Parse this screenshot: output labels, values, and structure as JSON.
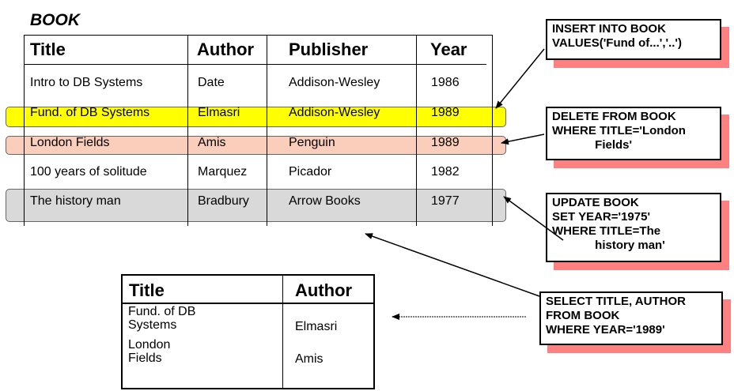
{
  "book_table": {
    "title": "BOOK",
    "headers": [
      "Title",
      "Author",
      "Publisher",
      "Year"
    ],
    "rows": [
      [
        "Intro to DB Systems",
        "Date",
        "Addison-Wesley",
        "1986"
      ],
      [
        "Fund. of DB Systems",
        "Elmasri",
        "Addison-Wesley",
        "1989"
      ],
      [
        "London Fields",
        "Amis",
        "Penguin",
        "1989"
      ],
      [
        "100 years of solitude",
        "Marquez",
        "Picador",
        "1982"
      ],
      [
        "The history man",
        "Bradbury",
        "Arrow Books",
        "1977"
      ]
    ]
  },
  "highlight_colors": {
    "insert": "#ffff00",
    "delete": "#fbcdbb",
    "update": "#d9d9d9",
    "callout_shadow": "#ff8080"
  },
  "callouts": {
    "insert": "INSERT INTO BOOK\nVALUES('Fund of...','..')",
    "delete": "DELETE FROM BOOK\nWHERE TITLE='London\n             Fields'",
    "update": "UPDATE BOOK\nSET YEAR='1975'\nWHERE TITLE=The\n             history man'",
    "select": "SELECT TITLE, AUTHOR\nFROM BOOK\nWHERE YEAR='1989'"
  },
  "result_table": {
    "headers": [
      "Title",
      "Author"
    ],
    "rows": [
      [
        "Fund. of DB\nSystems",
        "Elmasri"
      ],
      [
        "London\nFields",
        "Amis"
      ]
    ]
  }
}
